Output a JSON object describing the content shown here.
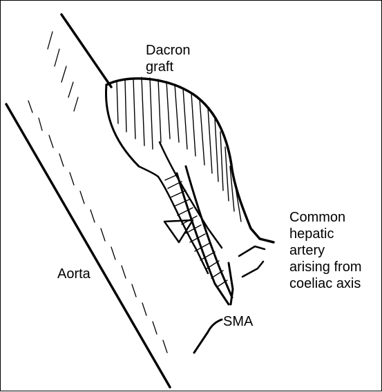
{
  "labels": {
    "graft": "Dacron\ngraft",
    "hepatic": "Common\nhepatic\nartery\narising from\ncoeliac axis",
    "aorta": "Aorta",
    "sma": "SMA"
  }
}
